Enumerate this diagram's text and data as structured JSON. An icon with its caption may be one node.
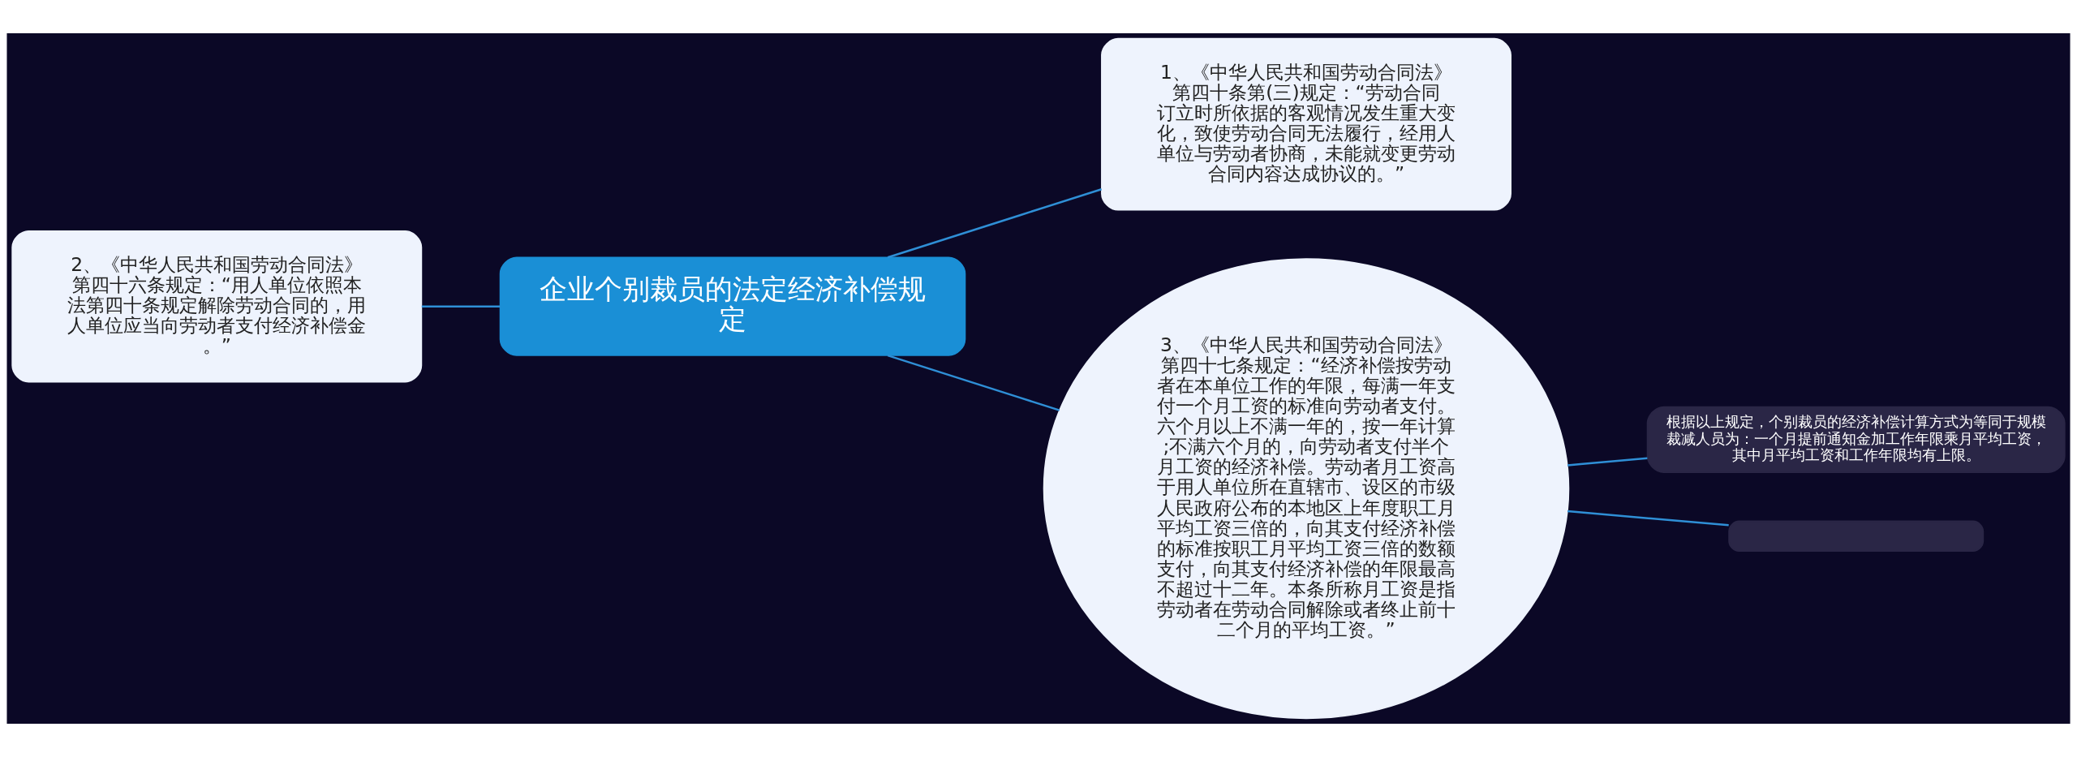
{
  "diagram": {
    "nodes": [
      {
        "text": [
          "企业个别裁员的法定经济补偿规定"
        ]
      },
      {
        "text": [
          "1、《中华人民共和国劳动合同法》第四十条第(三)规定：“劳动合同订立时所依据的客观情况发生重大变化，致使劳动合同无法履行，经用人单位与劳动者协商，未能就变更劳动合同内容达成协议的。”"
        ]
      },
      {
        "text": [
          "2、《中华人民共和国劳动合同法》第四十六条规定：“用人单位依照本法第四十条规定解除劳动合同的，用人单位应当向劳动者支付经济补偿金。”"
        ]
      },
      {
        "text": [
          "3、《中华人民共和国劳动合同法》第四十七条规定：“经济补偿按劳动者在本单位工作的年限，每满一年支付一个月工资的标准向劳动者支付。六个月以上不满一年的，按一年计算;不满六个月的，向劳动者支付半个月工资的经济补偿。劳动者月工资高于用人单位所在直辖市、设区的市级人民政府公布的本地区上年度职工月平均工资三倍的，向其支付经济补偿的标准按职工月平均工资三倍的数额支付，向其支付经济补偿的年限最高不超过十二年。本条所称月工资是指劳动者在劳动合同解除或者终止前十二个月的平均工资。”"
        ]
      },
      {
        "text": [
          "根据以上规定，个别裁员的经济补偿计算方式为等同于规模裁减人员为：一个月提前通知金加工作年限乘月平均工资，其中月平均工资和工作年限均有上限。"
        ]
      },
      {
        "text": [],
        "shape": "box"
      }
    ],
    "edges": [
      {
        "from": 0,
        "to": 1,
        "arrow": "none"
      },
      {
        "from": 0,
        "to": 2,
        "arrow": "none"
      },
      {
        "from": 0,
        "to": 3,
        "arrow": "none"
      },
      {
        "from": 3,
        "to": 4,
        "arrow": "none"
      },
      {
        "from": 3,
        "to": 5,
        "arrow": "none"
      }
    ]
  }
}
